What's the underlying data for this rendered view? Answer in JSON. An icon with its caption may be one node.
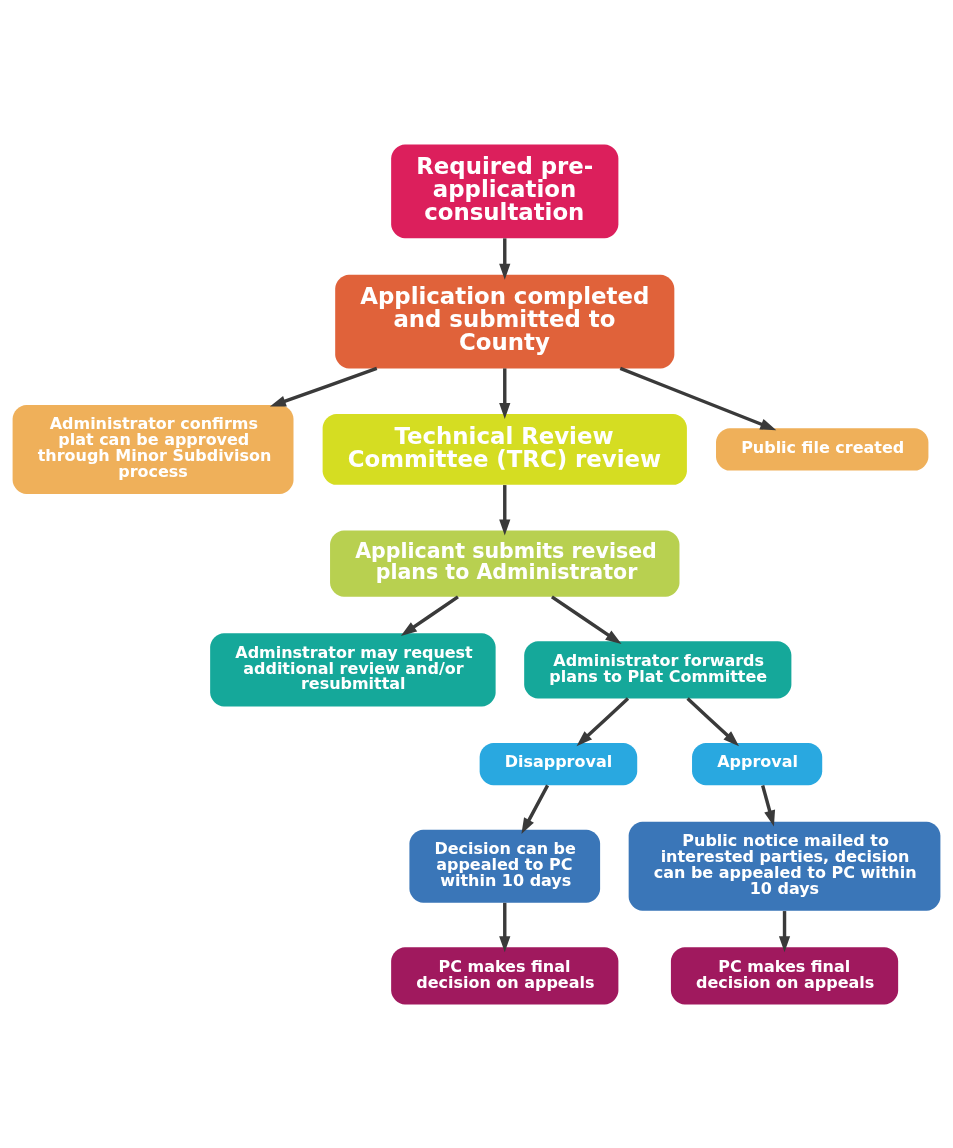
{
  "diagram": {
    "nodes": [
      {
        "text": [
          "Required pre-application consultation"
        ]
      },
      {
        "text": [
          "Application completed and submitted to County"
        ]
      },
      {
        "text": [
          "Administrator confirms plat can be approved through Minor Subdivison process"
        ]
      },
      {
        "text": [
          "Technical Review Committee (TRC) review"
        ]
      },
      {
        "text": [
          "Public file created"
        ]
      },
      {
        "text": [
          "Applicant submits revised plans to Administrator"
        ]
      },
      {
        "text": [
          "Adminstrator may request additional review and/or resubmittal"
        ]
      },
      {
        "text": [
          "Administrator forwards plans to Plat Committee"
        ]
      },
      {
        "text": [
          "Disapproval"
        ]
      },
      {
        "text": [
          "Approval"
        ]
      },
      {
        "text": [
          "Decision can be appealed to PC within 10 days"
        ]
      },
      {
        "text": [
          "Public notice mailed to interested parties, decision can be appealed to PC within 10 days"
        ]
      },
      {
        "text": [
          "PC makes final decision on appeals"
        ]
      },
      {
        "text": [
          "PC makes final decision on appeals"
        ]
      }
    ],
    "edges": [
      {
        "from": 0,
        "to": 1,
        "arrow": "to"
      },
      {
        "from": 1,
        "to": 2,
        "arrow": "to"
      },
      {
        "from": 1,
        "to": 3,
        "arrow": "to"
      },
      {
        "from": 1,
        "to": 4,
        "arrow": "to"
      },
      {
        "from": 3,
        "to": 5,
        "arrow": "to"
      },
      {
        "from": 5,
        "to": 6,
        "arrow": "to"
      },
      {
        "from": 5,
        "to": 7,
        "arrow": "to"
      },
      {
        "from": 7,
        "to": 8,
        "arrow": "to"
      },
      {
        "from": 7,
        "to": 9,
        "arrow": "to"
      },
      {
        "from": 8,
        "to": 10,
        "arrow": "to"
      },
      {
        "from": 9,
        "to": 11,
        "arrow": "to"
      },
      {
        "from": 10,
        "to": 12,
        "arrow": "to"
      },
      {
        "from": 11,
        "to": 13,
        "arrow": "to"
      }
    ]
  }
}
